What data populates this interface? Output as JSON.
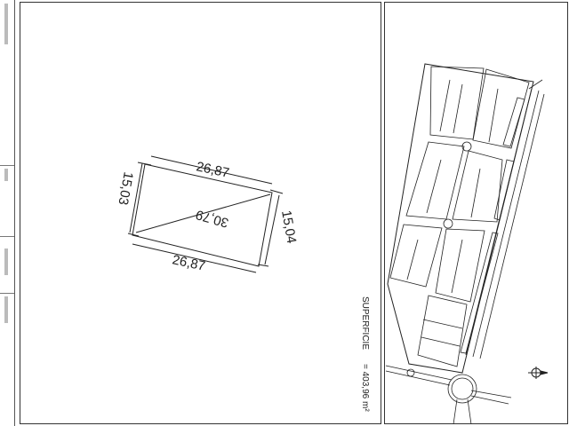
{
  "drawing": {
    "dimensions": {
      "top": "26,87",
      "bottom": "26,87",
      "left": "15,03",
      "right": "15,04",
      "diagonal": "30,79"
    }
  },
  "surface": {
    "label": "SUPERFICIE",
    "value": "= 403,96 m²"
  },
  "colors": {
    "ink": "#222222",
    "paper": "#ffffff"
  }
}
